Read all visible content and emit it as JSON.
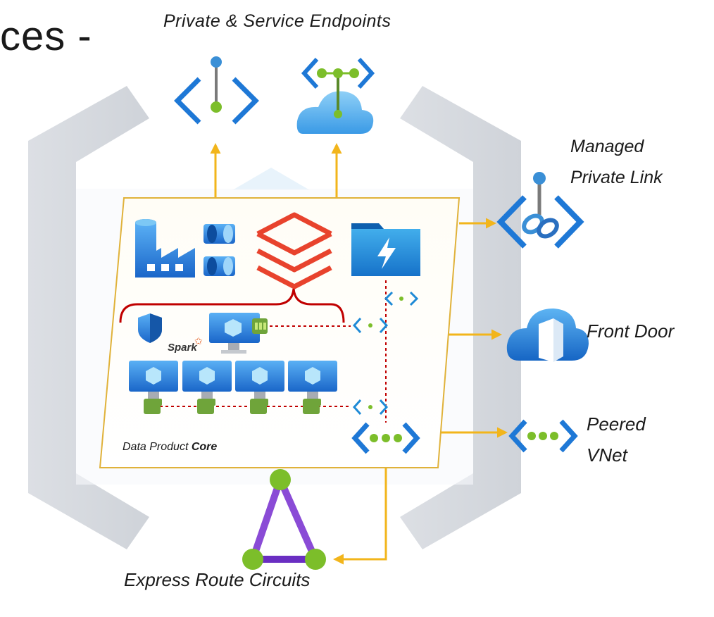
{
  "header": {
    "title_fragment": "ces -"
  },
  "labels": {
    "private_service_endpoints": "Private & Service Endpoints",
    "managed_private_link_line1": "Managed",
    "managed_private_link_line2": "Private Link",
    "front_door": "Front Door",
    "peered_vnet_line1": "Peered",
    "peered_vnet_line2": "VNet",
    "express_route": "Express Route Circuits",
    "core_prefix": "Data Product ",
    "core_bold": "Core",
    "spark": "Spark"
  },
  "icons": [
    "private-endpoint-icon",
    "service-endpoint-cloud-icon",
    "managed-private-link-icon",
    "front-door-icon",
    "peered-vnet-icon",
    "express-route-icon",
    "data-factory-icon",
    "event-hub-icon",
    "databricks-icon",
    "storage-folder-icon",
    "shield-icon",
    "virtual-machine-icon",
    "network-interface-icon",
    "endpoint-brackets-icon"
  ],
  "colors": {
    "connector": "#f2b51b",
    "dotted_link": "#c00000",
    "azure_blue": "#1e78d6",
    "databricks_red": "#e8432d",
    "vnet_green": "#7cbe2a",
    "express_route_purple": "#8a4bd6",
    "hexagon_gray": "#d9dce1"
  }
}
